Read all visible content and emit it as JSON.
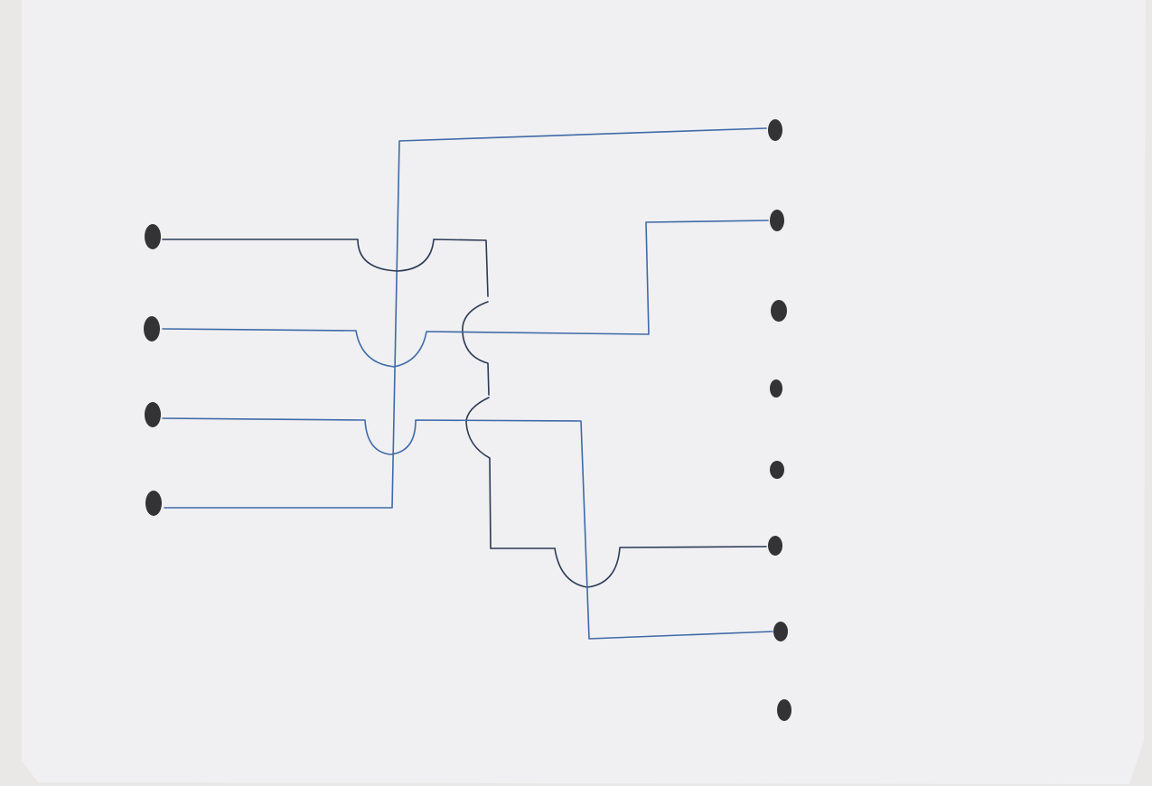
{
  "diagram": {
    "paper_color": "#f0f0f2",
    "ink_colors": {
      "terminal": "#333336",
      "wire_blue": "#3f6aa8",
      "wire_dark": "#2b3a55"
    },
    "left_terminal_count": 4,
    "right_terminal_count": 8,
    "wire_crossing_style": "hop-over arcs"
  }
}
